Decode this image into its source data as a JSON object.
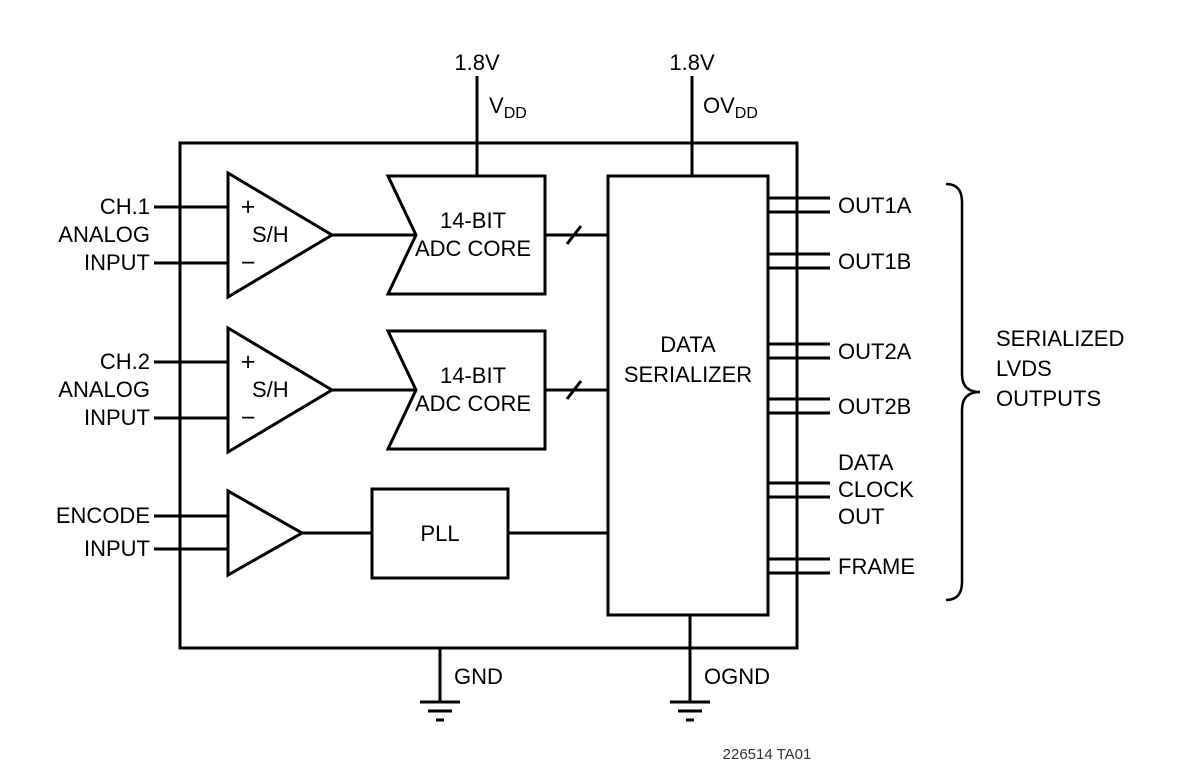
{
  "diagram": {
    "power": {
      "vdd_supply": "1.8V",
      "vdd_main": "V",
      "vdd_sub": "DD",
      "ovdd_supply": "1.8V",
      "ovdd_main": "OV",
      "ovdd_sub": "DD"
    },
    "inputs": {
      "ch1": {
        "l1": "CH.1",
        "l2": "ANALOG",
        "l3": "INPUT"
      },
      "ch2": {
        "l1": "CH.2",
        "l2": "ANALOG",
        "l3": "INPUT"
      },
      "encode": {
        "l1": "ENCODE",
        "l2": "INPUT"
      }
    },
    "blocks": {
      "sh": {
        "plus": "+",
        "minus": "−",
        "label": "S/H"
      },
      "adc": {
        "l1": "14-BIT",
        "l2": "ADC CORE"
      },
      "serializer": {
        "l1": "DATA",
        "l2": "SERIALIZER"
      },
      "pll": {
        "label": "PLL"
      }
    },
    "outputs": {
      "out1a": "OUT1A",
      "out1b": "OUT1B",
      "out2a": "OUT2A",
      "out2b": "OUT2B",
      "dataclock": {
        "l1": "DATA",
        "l2": "CLOCK",
        "l3": "OUT"
      },
      "frame": "FRAME"
    },
    "grounds": {
      "gnd": "GND",
      "ognd": "OGND"
    },
    "annotation": {
      "l1": "SERIALIZED",
      "l2": "LVDS",
      "l3": "OUTPUTS"
    },
    "caption": "226514 TA01",
    "colors": {
      "line": "#000000",
      "background": "#ffffff"
    }
  }
}
